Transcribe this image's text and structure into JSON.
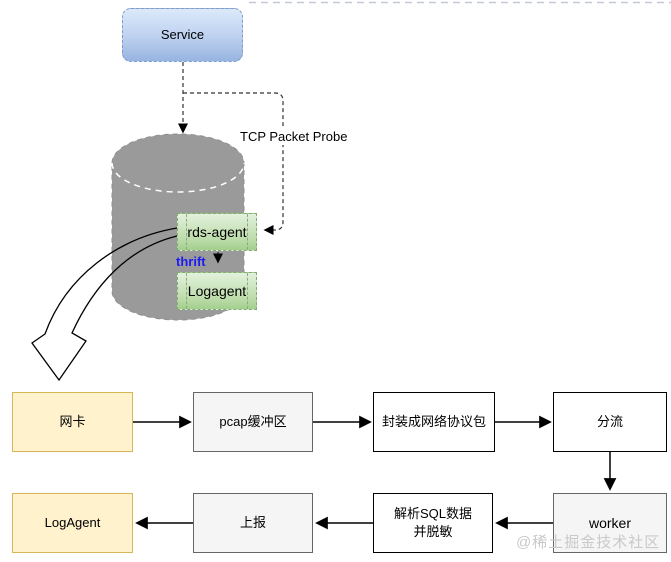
{
  "upper": {
    "service": {
      "label": "Service"
    },
    "probe_label": "TCP Packet Probe",
    "rds_agent": {
      "label": "rds-agent"
    },
    "thrift_label": "thrift",
    "logagent": {
      "label": "Logagent"
    },
    "database_shape": "gray-cylinder"
  },
  "flow": {
    "row1": [
      {
        "label": "网卡"
      },
      {
        "label": "pcap缓冲区"
      },
      {
        "label": "封装成网络协议包"
      },
      {
        "label": "分流"
      }
    ],
    "row2": [
      {
        "label": "LogAgent"
      },
      {
        "label": "上报"
      },
      {
        "label": "解析SQL数据\n并脱敏"
      },
      {
        "label": "worker"
      }
    ]
  },
  "watermark": "@稀土掘金技术社区",
  "colors": {
    "service_fill_top": "#dce9fa",
    "service_fill_bottom": "#97b4e0",
    "service_border": "#7e9cc9",
    "cylinder_fill": "#9a9a9a",
    "green_fill_top": "#e2f1dc",
    "green_fill_bottom": "#a2cf8d",
    "green_border": "#85a977",
    "thrift_text": "#1c1cf0",
    "yellow_fill": "#fff2cc",
    "yellow_border": "#d6b656",
    "gray_fill": "#f5f5f5",
    "gray_border": "#666666",
    "white_fill": "#ffffff",
    "black_border": "#000000",
    "arrow": "#000000",
    "dashed_connector": "#333333",
    "watermark_text": "#c9c9c9"
  }
}
